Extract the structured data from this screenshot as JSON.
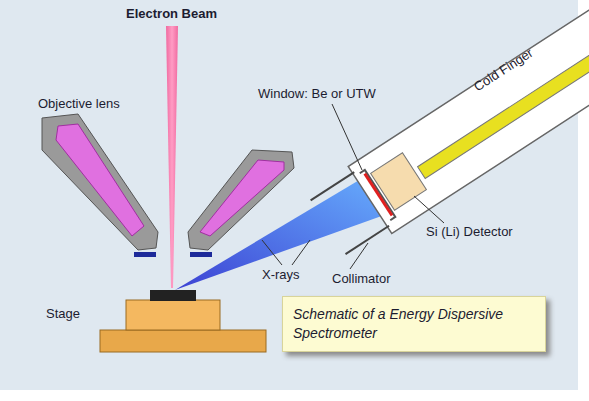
{
  "diagram": {
    "nodes": [
      {
        "text": [
          "Schematic of a Energy Dispersive Spectrometer"
        ]
      }
    ],
    "labels": [
      "Electron Beam",
      "Objective lens",
      "Window: Be or UTW",
      "Cold Finger",
      "Si (Li) Detector",
      "X-rays",
      "Collimator",
      "Stage"
    ]
  }
}
